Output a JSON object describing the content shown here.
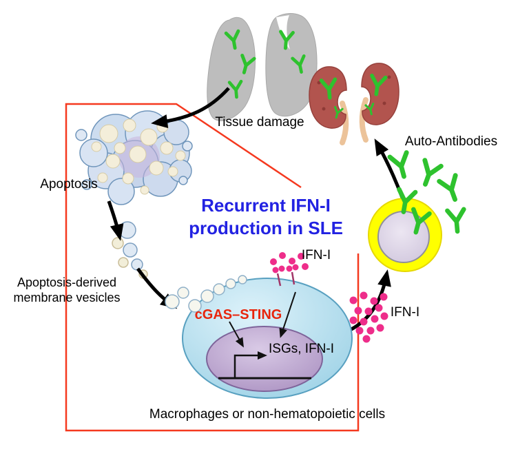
{
  "title": {
    "line1": "Recurrent IFN-I",
    "line2": "production in SLE"
  },
  "labels": {
    "tissue_damage": "Tissue damage",
    "auto_antibodies": "Auto-Antibodies",
    "apoptosis": "Apoptosis",
    "membrane_vesicles_line1": "Apoptosis-derived",
    "membrane_vesicles_line2": "membrane vesicles",
    "ifn_above_cell": "IFN-I",
    "ifn_secreted": "IFN-I",
    "cgas_sting": "cGAS–STING",
    "isgs_ifn": "ISGs, IFN-I",
    "macrophages": "Macrophages or non-hematopoietic cells"
  },
  "colors": {
    "title_blue": "#2222e2",
    "cgas_sting_red": "#e8250c",
    "callout_red": "#f5391f",
    "antibody_green": "#2ec22e",
    "ifn_pink": "#ee2d8a",
    "macrophage_blue": "#a9d9ec",
    "nucleus_purple": "#b9a2cd",
    "plasma_cell_yellow": "#ffff00",
    "lung_gray": "#bdbdbd",
    "kidney_red": "#b2544e"
  }
}
